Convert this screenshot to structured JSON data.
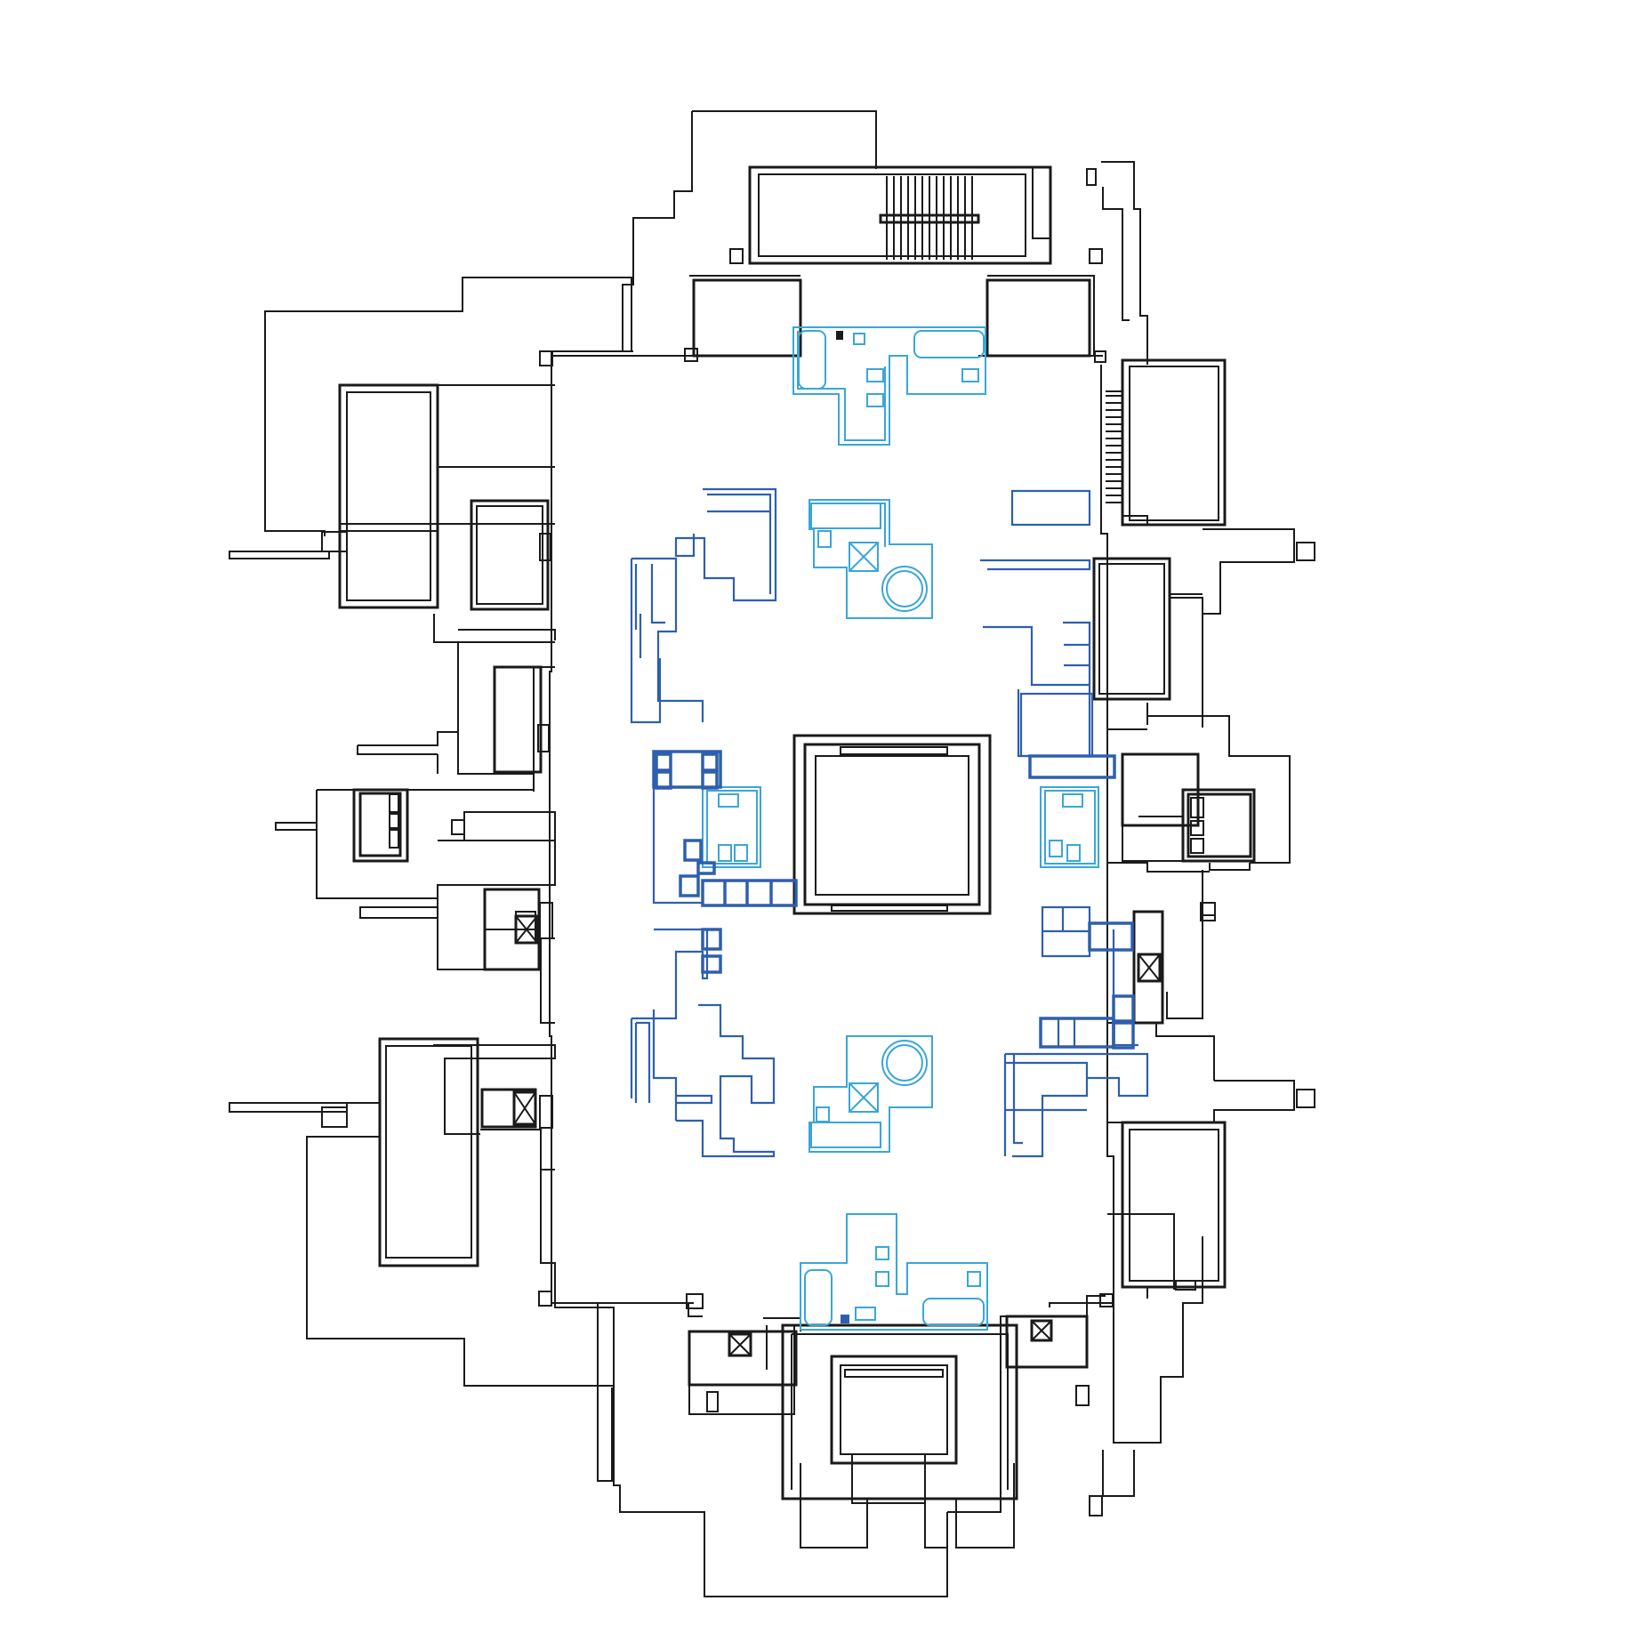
{
  "diagram": {
    "type": "architectural-floor-plan",
    "colors": {
      "background": "#ffffff",
      "walls": "#1a1a1a",
      "bathrooms": "#3aa6d8",
      "kitchens_closets": "#2e5fae"
    },
    "layers": [
      "structure-walls",
      "bathroom-fixtures",
      "kitchen-closet-units"
    ]
  }
}
